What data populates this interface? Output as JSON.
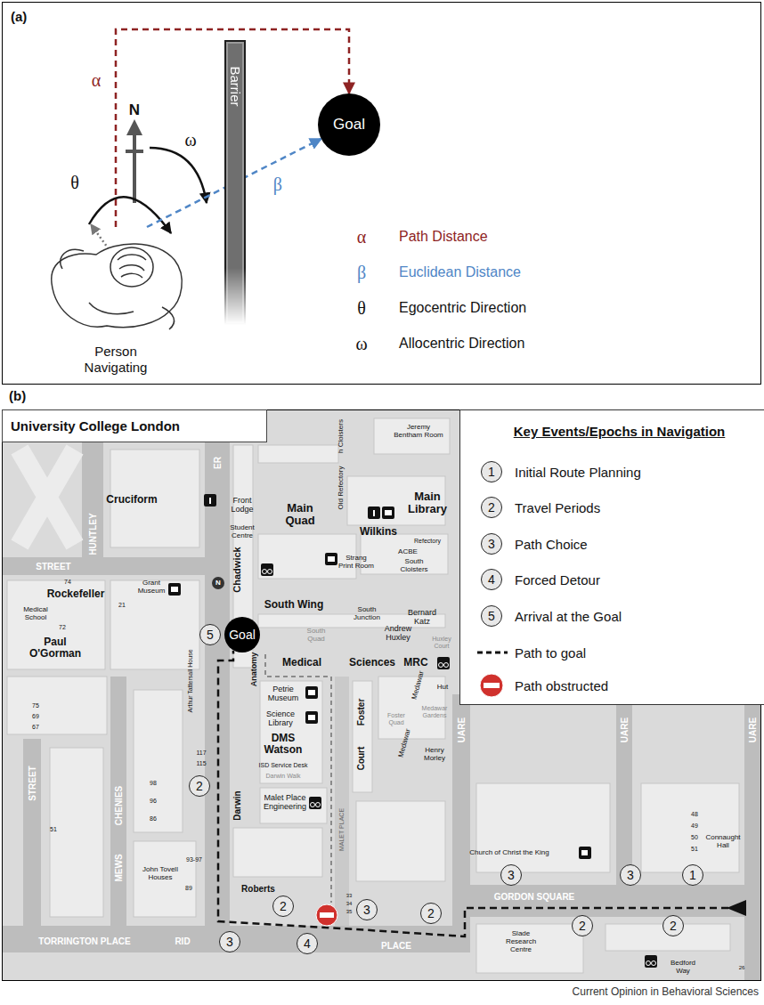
{
  "diagram": {
    "caption": "Current Opinion in Behavioral Sciences",
    "nodes": [
      {
        "text": [
          "(a)"
        ]
      },
      {
        "text": [
          "Barrier"
        ],
        "in": 0
      },
      {
        "text": [
          "Goal"
        ],
        "in": 0
      },
      {
        "text": [
          "Person Navigating"
        ],
        "in": 0
      },
      {
        "text": [
          "(b)"
        ]
      },
      {
        "text": [
          "University College London"
        ],
        "in": 4
      },
      {
        "text": [
          "Key Events/Epochs in Navigation"
        ],
        "in": 4
      },
      {
        "text": [
          "Goal"
        ],
        "in": 4
      },
      {
        "text": [
          "5"
        ],
        "in": 4
      },
      {
        "text": [
          "2"
        ],
        "in": 4
      },
      {
        "text": [
          "3"
        ],
        "in": 4
      },
      {
        "text": [
          "3"
        ],
        "in": 4
      },
      {
        "text": [
          "1"
        ],
        "in": 4
      },
      {
        "text": [
          "2"
        ],
        "in": 4
      },
      {
        "text": [
          "3"
        ],
        "in": 4
      },
      {
        "text": [
          "2"
        ],
        "in": 4
      },
      {
        "text": [
          "2"
        ],
        "in": 4
      },
      {
        "text": [
          "2"
        ],
        "in": 4
      },
      {
        "text": [
          "3"
        ],
        "in": 4
      },
      {
        "text": [
          "4"
        ],
        "in": 4
      }
    ],
    "edges": [
      {
        "from": 3,
        "to": 2,
        "arrow": "to",
        "label": "α"
      },
      {
        "from": 3,
        "to": 2,
        "arrow": "to",
        "label": "β"
      }
    ],
    "labels": [
      "θ",
      "ω",
      "N",
      "α",
      "Path Distance",
      "β",
      "Euclidean Distance",
      "θ",
      "Egocentric Direction",
      "ω",
      "Allocentric Direction",
      "1",
      "2",
      "3",
      "4",
      "5",
      "HUNTLEY",
      "STREET",
      "Cruciform",
      "Front Lodge",
      "Student Centre",
      "Main Quad",
      "Chadwick",
      "Jeremy Bentham Room",
      "Main Library",
      "Wilkins",
      "Refectory",
      "h Cloisters",
      "Old Refectory",
      "Strang Print Room",
      "South Cloisters",
      "ACBE",
      "74",
      "Rockefeller",
      "Grant Museum",
      "21",
      "Medical School",
      "72",
      "Paul O'Gorman",
      "Arthur Tattersall House",
      "117",
      "115",
      "South Wing",
      "South Junction",
      "Bernard Katz",
      "South Quad",
      "Andrew Huxley",
      "Huxley Court",
      "Anatomy",
      "Medical",
      "Sciences",
      "MRC",
      "Petrie Museum",
      "Science Library",
      "Foster",
      "Court",
      "Foster Quad",
      "Medawar",
      "Hut",
      "Medawar Gardens",
      "Medawar",
      "Henry Morley",
      "DMS Watson",
      "ISD Service Desk",
      "Darwin Walk",
      "Malet Place Engineering",
      "MALET PLACE",
      "Darwin",
      "98",
      "96",
      "86",
      "75",
      "69",
      "67",
      "STREET",
      "CHENIES",
      "MEWS",
      "51",
      "93-97",
      "John Tovell Houses",
      "89",
      "Roberts",
      "33",
      "34",
      "35",
      "TORRINGTON PLACE",
      "RID",
      "PLACE",
      "ER",
      "N",
      "Church of Christ the King",
      "GORDON SQUARE",
      "UARE",
      "UARE",
      "UARE",
      "48",
      "49",
      "50",
      "51",
      "Connaught Hall",
      "Slade Research Centre",
      "Bedford Way",
      "26"
    ],
    "legend": [
      {
        "text": "Initial Route Planning"
      },
      {
        "text": "Travel Periods"
      },
      {
        "text": "Path Choice"
      },
      {
        "text": "Forced Detour"
      },
      {
        "text": "Arrival at the Goal"
      },
      {
        "text": "Path to goal"
      },
      {
        "text": "Path obstructed"
      }
    ]
  }
}
